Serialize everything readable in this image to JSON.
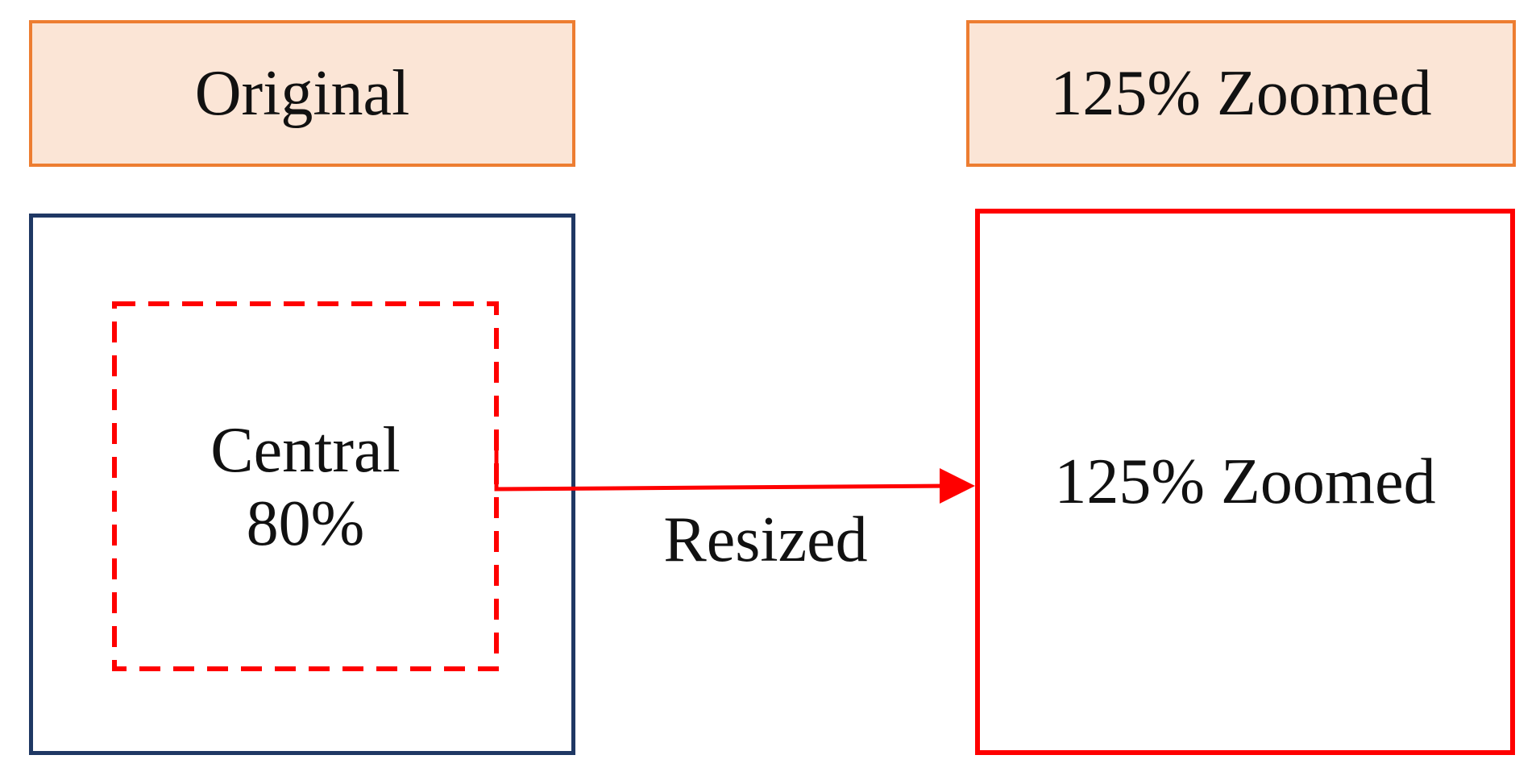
{
  "headers": {
    "left": "Original",
    "right": "125% Zoomed"
  },
  "original": {
    "crop_label_line1": "Central",
    "crop_label_line2": "80%"
  },
  "arrow": {
    "label": "Resized"
  },
  "zoomed": {
    "label": "125% Zoomed"
  },
  "colors": {
    "header_fill": "#fbe5d6",
    "header_border": "#ed7d31",
    "original_border": "#1f3864",
    "accent_red": "#ff0000"
  }
}
